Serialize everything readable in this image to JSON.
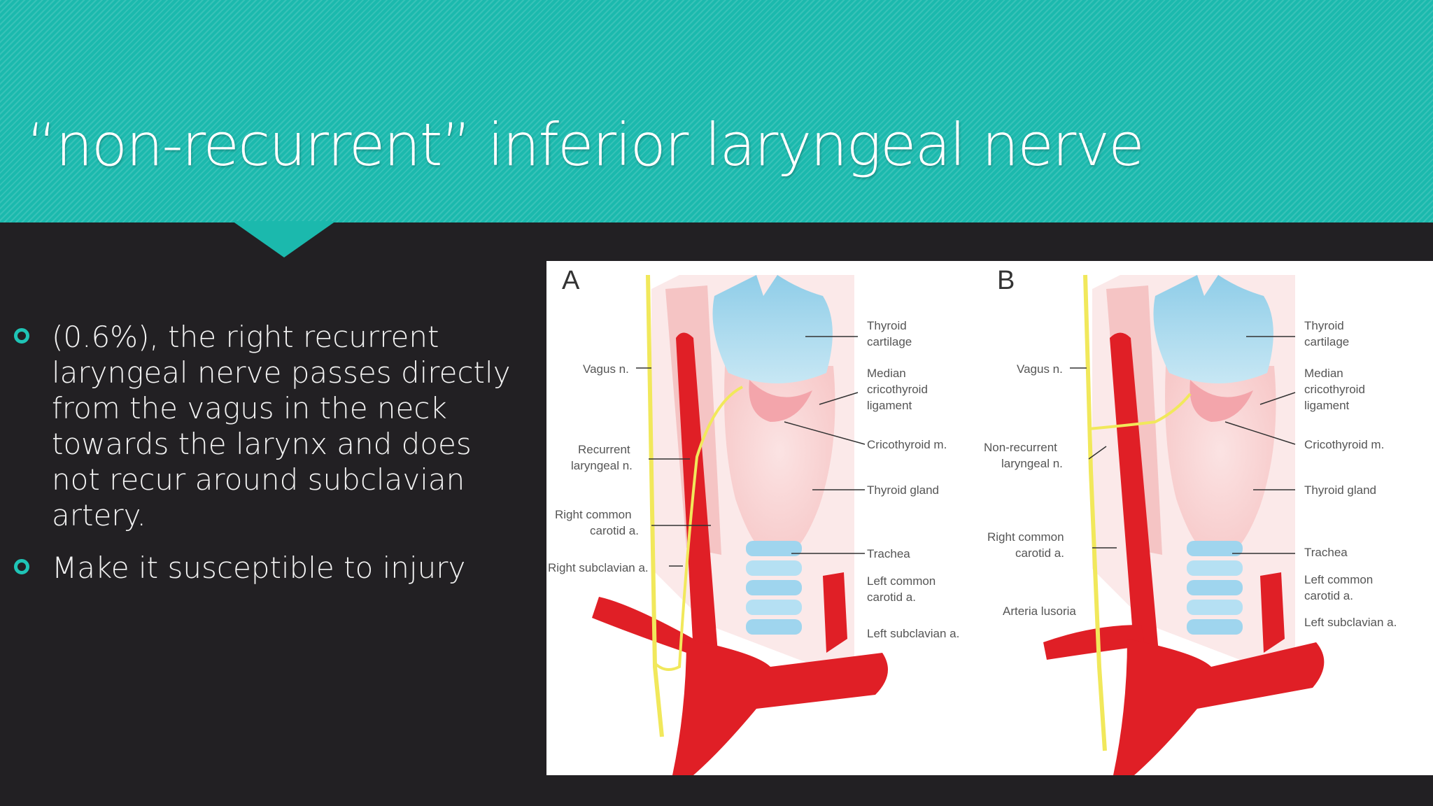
{
  "slide": {
    "title": "“non-recurrent” inferior laryngeal nerve",
    "bullets": [
      " (0.6%), the right recurrent laryngeal nerve passes directly from the vagus in the neck towards the larynx and does not recur around subclavian artery.",
      "Make it susceptible to injury"
    ]
  },
  "figure": {
    "panel_a": {
      "letter": "A",
      "labels": {
        "vagus": "Vagus n.",
        "recurrent_1": "Recurrent",
        "recurrent_2": "laryngeal n.",
        "rcc_1": "Right common",
        "rcc_2": "carotid a.",
        "rsub": "Right subclavian a.",
        "thyroid_cart_1": "Thyroid",
        "thyroid_cart_2": "cartilage",
        "median_1": "Median",
        "median_2": "cricothyroid",
        "median_3": "ligament",
        "cricothyroid": "Cricothyroid m.",
        "thyroid_gland": "Thyroid gland",
        "trachea": "Trachea",
        "lcc_1": "Left common",
        "lcc_2": "carotid a.",
        "lsub": "Left subclavian a."
      }
    },
    "panel_b": {
      "letter": "B",
      "labels": {
        "vagus": "Vagus n.",
        "nonrec_1": "Non-recurrent",
        "nonrec_2": "laryngeal n.",
        "rcc_1": "Right common",
        "rcc_2": "carotid a.",
        "lusoria": "Arteria lusoria",
        "thyroid_cart_1": "Thyroid",
        "thyroid_cart_2": "cartilage",
        "median_1": "Median",
        "median_2": "cricothyroid",
        "median_3": "ligament",
        "cricothyroid": "Cricothyroid m.",
        "thyroid_gland": "Thyroid gland",
        "trachea": "Trachea",
        "lcc_1": "Left common",
        "lcc_2": "carotid a.",
        "lsub": "Left subclavian a."
      }
    }
  },
  "colors": {
    "header_teal": "#1bb9ad",
    "background": "#222023",
    "bullet_marker": "#1fc4b6",
    "artery_red": "#e01f26",
    "nerve_yellow": "#f1e85b",
    "cartilage_blue": "#a9d9ef"
  }
}
